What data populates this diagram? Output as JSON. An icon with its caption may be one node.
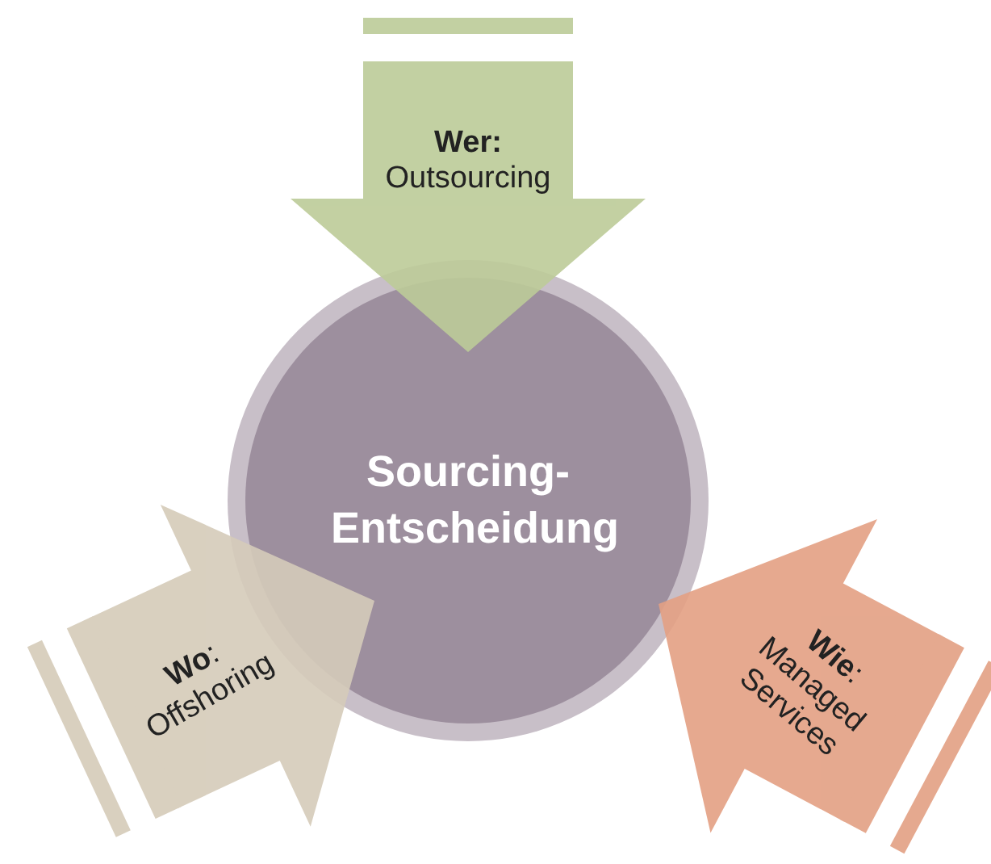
{
  "diagram": {
    "nodes": [
      {
        "text": [
          "**Wer:** Outsourcing"
        ]
      },
      {
        "text": [
          "Sourcing- Entscheidung"
        ]
      },
      {
        "text": [
          "**Wo**: Offshoring"
        ]
      },
      {
        "text": [
          "**Wie**: Managed Services"
        ]
      }
    ]
  }
}
